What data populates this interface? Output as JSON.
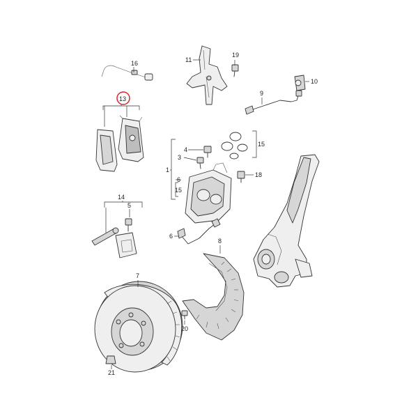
{
  "colors": {
    "ink": "#333333",
    "highlight": "#d9262c"
  },
  "highlighted_part": "13",
  "callouts": {
    "c1": "1",
    "c3": "3",
    "c4": "4",
    "c5": "5",
    "c6": "6",
    "c6b": "6",
    "c7": "7",
    "c8": "8",
    "c9": "9",
    "c10": "10",
    "c11": "11",
    "c13": "13",
    "c14": "14",
    "c15": "15",
    "c15b": "15",
    "c16": "16",
    "c18": "18",
    "c19": "19",
    "c20": "20",
    "c21": "21"
  }
}
